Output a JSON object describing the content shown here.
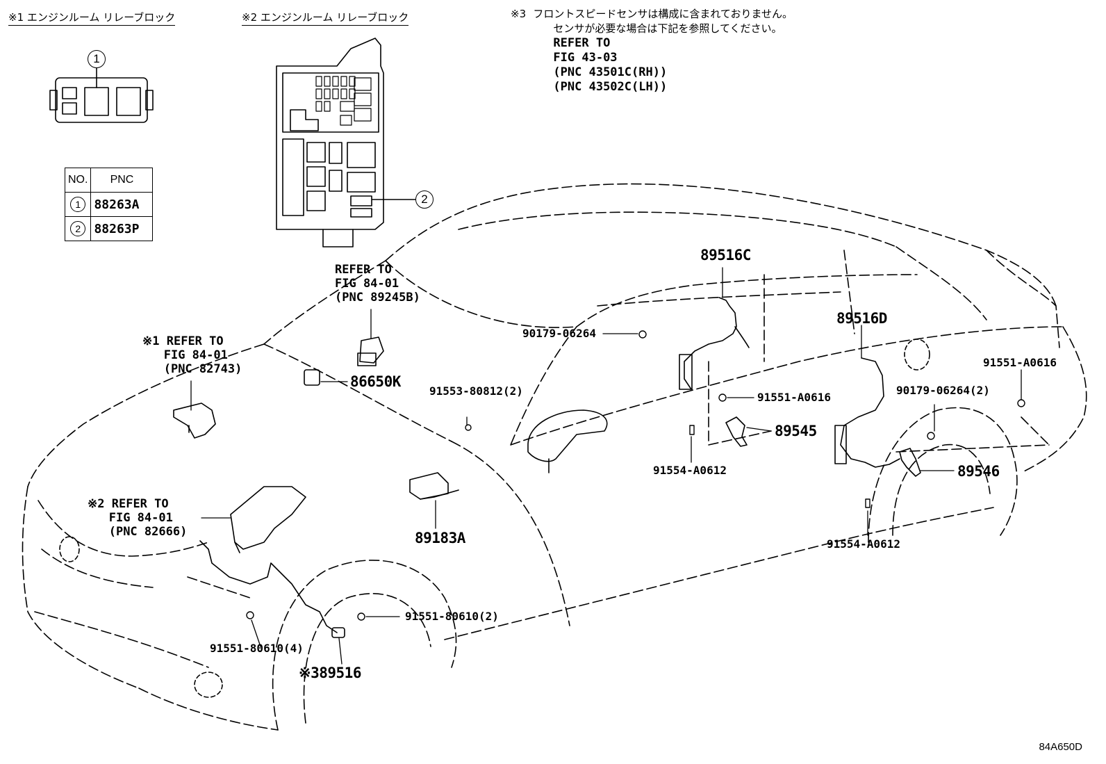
{
  "headers": {
    "relay_block_1": "※1 エンジンルーム リレーブロック",
    "relay_block_2": "※2 エンジンルーム リレーブロック"
  },
  "note3": {
    "mark": "※3",
    "line1": "フロントスピードセンサは構成に含まれておりません。",
    "line2": "センサが必要な場合は下記を参照してください。",
    "line3": "REFER TO",
    "line4": "FIG 43-03",
    "line5": "(PNC 43501C(RH))",
    "line6": "(PNC 43502C(LH))"
  },
  "table": {
    "col_no": "NO.",
    "col_pnc": "PNC",
    "rows": [
      {
        "no": "1",
        "pnc": "88263A"
      },
      {
        "no": "2",
        "pnc": "88263P"
      }
    ]
  },
  "callouts": {
    "c1": "1",
    "c2": "2"
  },
  "refs": {
    "ref_89245b": {
      "l1": "REFER TO",
      "l2": "FIG 84-01",
      "l3": "(PNC 89245B)"
    },
    "ref_82743": {
      "mark": "※1",
      "l1": "REFER TO",
      "l2": "FIG 84-01",
      "l3": "(PNC 82743)"
    },
    "ref_82666": {
      "mark": "※2",
      "l1": "REFER TO",
      "l2": "FIG 84-01",
      "l3": "(PNC 82666)"
    }
  },
  "parts": {
    "p86650K": "86650K",
    "p89516C": "89516C",
    "p89516D": "89516D",
    "p90179_06264": "90179-06264",
    "p91551_A0616_a": "91551-A0616",
    "p91551_A0616_b": "91551-A0616",
    "p89545": "89545",
    "p91554_A0612_a": "91554-A0612",
    "p91554_A0612_b": "91554-A0612",
    "p90179_06264_2": "90179-06264(2)",
    "p89546": "89546",
    "p91553_80812_2": "91553-80812(2)",
    "p89183A": "89183A",
    "p91551_80610_2": "91551-80610(2)",
    "p91551_80610_4": "91551-80610(4)",
    "p89516_mark": "※3",
    "p89516": "89516"
  },
  "drawing_id": "84A650D"
}
